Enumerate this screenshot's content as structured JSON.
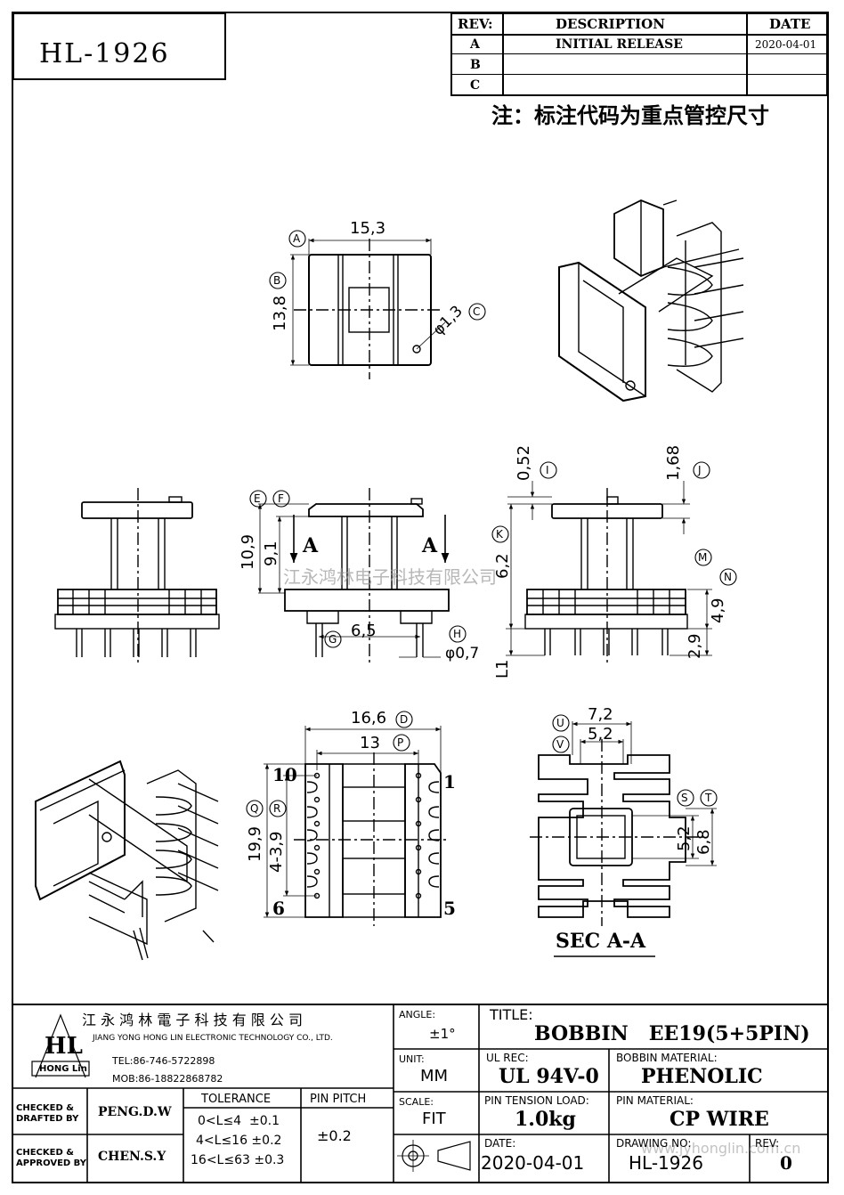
{
  "part_number": "HL-1926",
  "revision_table": {
    "headers": {
      "rev": "REV:",
      "description": "DESCRIPTION",
      "date": "DATE"
    },
    "rows": [
      {
        "rev": "A",
        "description": "INITIAL RELEASE",
        "date": "2020-04-01"
      },
      {
        "rev": "B",
        "description": "",
        "date": ""
      },
      {
        "rev": "C",
        "description": "",
        "date": ""
      }
    ]
  },
  "note": "注：标注代码为重点管控尺寸",
  "watermark": "江永鸿林电子科技有限公司",
  "watermark_url": "www.jyhonglin.com.cn",
  "dims": {
    "top_w": "15,3",
    "top_h": "13,8",
    "hole": "φ1,3",
    "front_h1": "10,9",
    "front_h2": "9,1",
    "pin_pitch": "6,5",
    "pin_dia": "φ0,7",
    "d052": "0,52",
    "d168": "1,68",
    "d62": "6,2",
    "d49": "4,9",
    "d29": "2,9",
    "l1": "L1",
    "bot_w1": "16,6",
    "bot_w2": "13",
    "bot_h": "19,9",
    "bot_p": "4-3,9",
    "sec_w1": "7,2",
    "sec_w2": "5,2",
    "sec_h1": "5,2",
    "sec_h2": "6,8",
    "sec_a": "A"
  },
  "callouts": [
    "A",
    "B",
    "C",
    "D",
    "E",
    "F",
    "G",
    "H",
    "I",
    "J",
    "K",
    "M",
    "N",
    "P",
    "Q",
    "R",
    "S",
    "T",
    "U",
    "V"
  ],
  "pins": {
    "p10": "10",
    "p1": "1",
    "p6": "6",
    "p5": "5"
  },
  "section_label": "SEC A-A",
  "company": {
    "name_cn": "江 永 鸿 林 電 子 科 技 有 限 公 司",
    "name_en": "JIANG YONG HONG LIN ELECTRONIC TECHNOLOGY CO., LTD.",
    "tel": "TEL:86-746-5722898",
    "mob": "MOB:86-18822868782",
    "logo_text": "HL",
    "logo_sub": "HONG Lin"
  },
  "title_block": {
    "checked_drafted_label_1": "CHECKED &",
    "checked_drafted_label_2": "DRAFTED BY",
    "drafted_by": "PENG.D.W",
    "checked_approved_label_1": "CHECKED &",
    "checked_approved_label_2": "APPROVED BY",
    "approved_by": "CHEN.S.Y",
    "tolerance_label": "TOLERANCE",
    "tolerance_rows": [
      "0<L≤4  ±0.1",
      "4<L≤16 ±0.2",
      "16<L≤63 ±0.3"
    ],
    "pin_pitch_label": "PIN PITCH",
    "pin_pitch_value": "±0.2",
    "angle_label": "ANGLE:",
    "angle_value": "±1°",
    "unit_label": "UNIT:",
    "unit_value": "MM",
    "scale_label": "SCALE:",
    "scale_value": "FIT",
    "title_label": "TITLE:",
    "title_value": "BOBBIN   EE19(5+5PIN)",
    "ul_label": "UL REC:",
    "ul_value": "UL 94V-0",
    "bobbin_material_label": "BOBBIN MATERIAL:",
    "bobbin_material_value": "PHENOLIC",
    "pin_tension_label": "PIN TENSION LOAD:",
    "pin_tension_value": "1.0kg",
    "pin_material_label": "PIN MATERIAL:",
    "pin_material_value": "CP WIRE",
    "date_label": "DATE:",
    "date_value": "2020-04-01",
    "drawing_no_label": "DRAWING NO:",
    "drawing_no_value": "HL-1926",
    "rev_label": "REV:",
    "rev_value": "0"
  }
}
